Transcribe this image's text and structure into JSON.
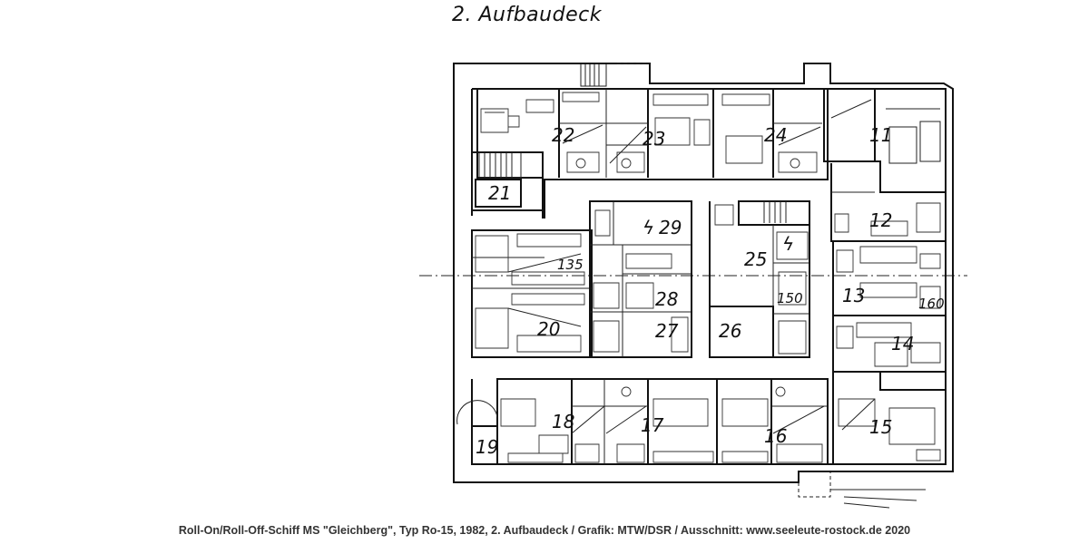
{
  "title": "2. Aufbaudeck",
  "caption": "Roll-On/Roll-Off-Schiff MS \"Gleichberg\", Typ Ro-15, 1982, 2. Aufbaudeck / Grafik: MTW/DSR / Ausschnitt: www.seeleute-rostock.de 2020",
  "rooms": [
    {
      "id": "r11",
      "label": "11"
    },
    {
      "id": "r12",
      "label": "12"
    },
    {
      "id": "r13",
      "label": "13"
    },
    {
      "id": "r14",
      "label": "14"
    },
    {
      "id": "r15",
      "label": "15"
    },
    {
      "id": "r16",
      "label": "16"
    },
    {
      "id": "r17",
      "label": "17"
    },
    {
      "id": "r18",
      "label": "18"
    },
    {
      "id": "r19",
      "label": "19"
    },
    {
      "id": "r20",
      "label": "20"
    },
    {
      "id": "r21",
      "label": "21"
    },
    {
      "id": "r22",
      "label": "22"
    },
    {
      "id": "r23",
      "label": "23"
    },
    {
      "id": "r24",
      "label": "24"
    },
    {
      "id": "r25",
      "label": "25"
    },
    {
      "id": "r26",
      "label": "26"
    },
    {
      "id": "r27",
      "label": "27"
    },
    {
      "id": "r28",
      "label": "28"
    },
    {
      "id": "r29",
      "label": "29"
    }
  ],
  "frame_marks": [
    {
      "id": "f135",
      "label": "135"
    },
    {
      "id": "f150",
      "label": "150"
    },
    {
      "id": "f160",
      "label": "160"
    }
  ],
  "symbols": {
    "electric": "ϟ"
  }
}
